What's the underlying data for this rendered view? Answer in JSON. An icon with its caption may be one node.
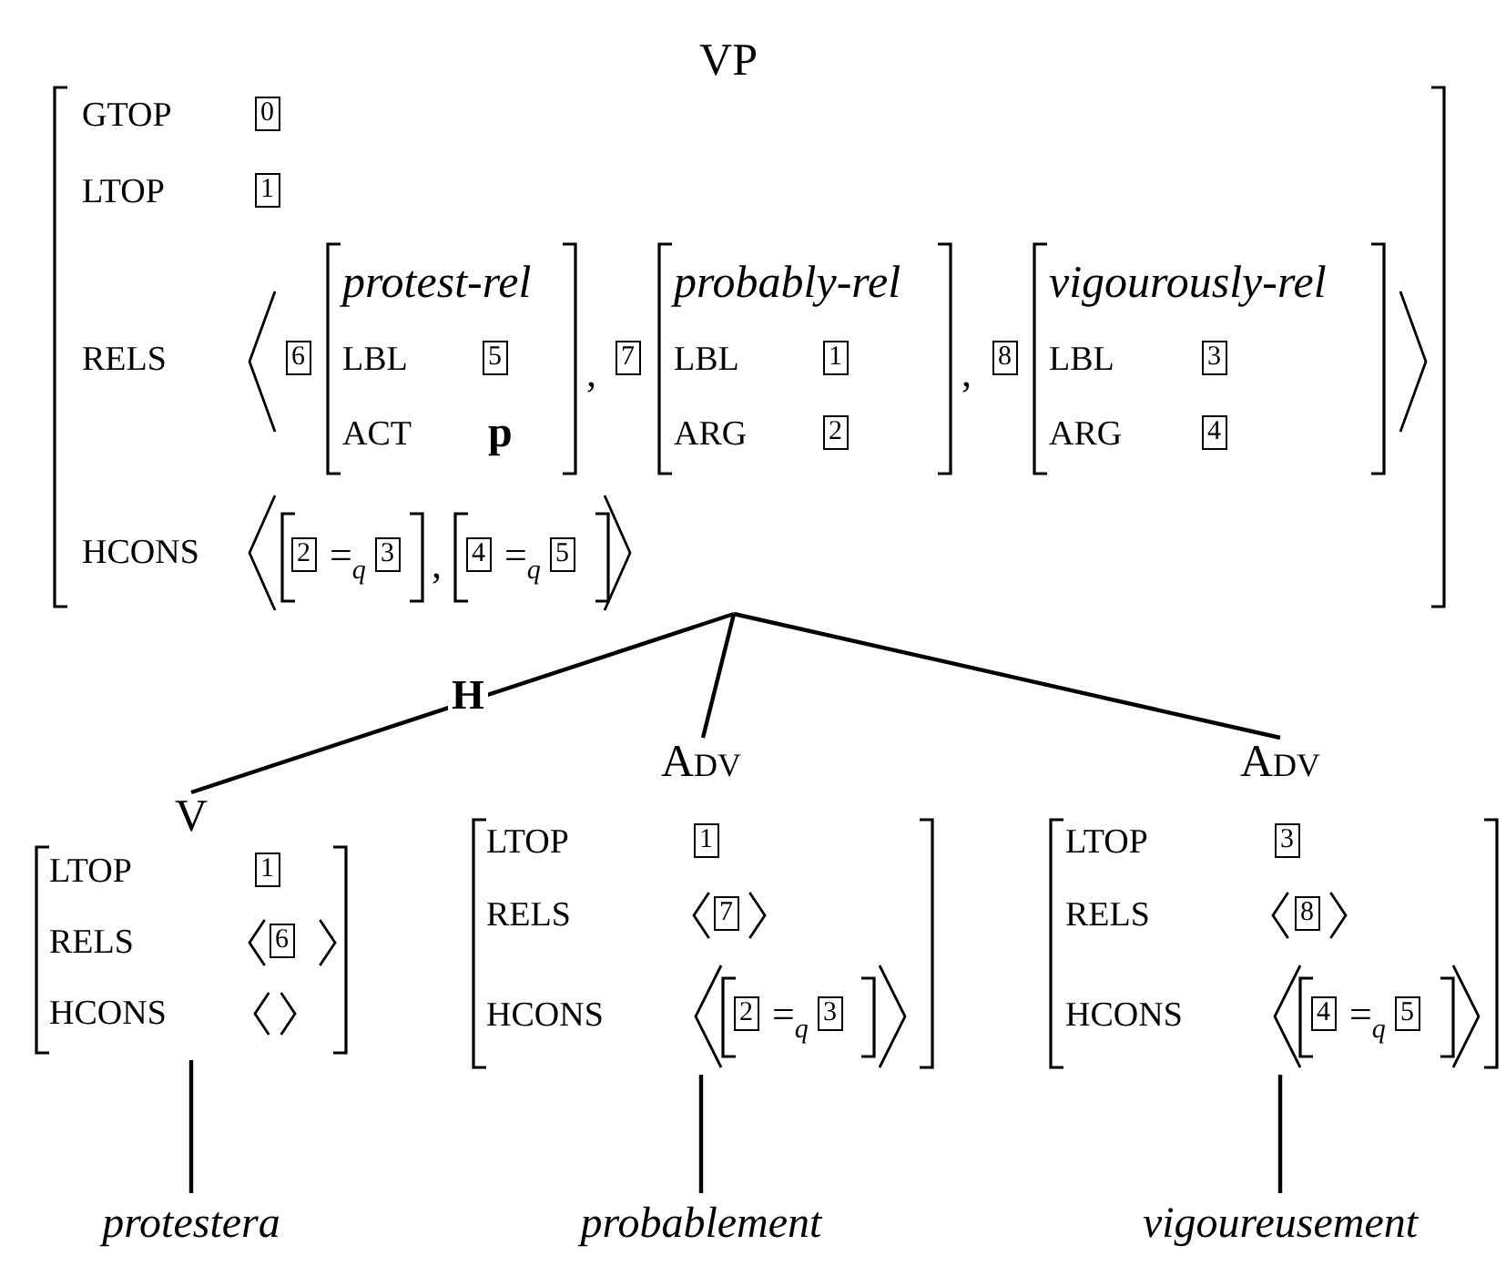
{
  "diagram": {
    "nodes": [
      {
        "text": [
          "VP",
          "GTOP",
          "LTOP",
          "RELS",
          ",",
          ",",
          "HCONS",
          ","
        ]
      },
      {
        "text": [
          "0"
        ],
        "in": 0
      },
      {
        "text": [
          "1"
        ],
        "in": 0
      },
      {
        "text": [
          "6"
        ],
        "in": 0
      },
      {
        "text": [
          "protest-rel",
          "LBL",
          "ACT",
          "p"
        ],
        "in": 0
      },
      {
        "text": [
          "5"
        ],
        "in": 4
      },
      {
        "text": [
          "7"
        ],
        "in": 0
      },
      {
        "text": [
          "probably-rel",
          "LBL",
          "ARG"
        ],
        "in": 0
      },
      {
        "text": [
          "1"
        ],
        "in": 7
      },
      {
        "text": [
          "2"
        ],
        "in": 7
      },
      {
        "text": [
          "8"
        ],
        "in": 0
      },
      {
        "text": [
          "vigourously-rel",
          "LBL",
          "ARG"
        ],
        "in": 0
      },
      {
        "text": [
          "3"
        ],
        "in": 11
      },
      {
        "text": [
          "4"
        ],
        "in": 11
      },
      {
        "text": [
          "=$_{q}$"
        ],
        "in": 0
      },
      {
        "text": [
          "2"
        ],
        "in": 14
      },
      {
        "text": [
          "3"
        ],
        "in": 14
      },
      {
        "text": [
          "=$_{q}$"
        ],
        "in": 0
      },
      {
        "text": [
          "4"
        ],
        "in": 17
      },
      {
        "text": [
          "5"
        ],
        "in": 17
      },
      {
        "text": [
          "V",
          "LTOP",
          "RELS",
          "HCONS"
        ]
      },
      {
        "text": [
          "1"
        ],
        "in": 20
      },
      {
        "text": [
          "6"
        ],
        "in": 20
      },
      {
        "text": [
          "Adv",
          "LTOP",
          "RELS",
          "HCONS"
        ]
      },
      {
        "text": [
          "1"
        ],
        "in": 23
      },
      {
        "text": [
          "7"
        ],
        "in": 23
      },
      {
        "text": [
          "=$_{q}$"
        ],
        "in": 23
      },
      {
        "text": [
          "2"
        ],
        "in": 26
      },
      {
        "text": [
          "3"
        ],
        "in": 26
      },
      {
        "text": [
          "Adv",
          "LTOP",
          "RELS",
          "HCONS"
        ]
      },
      {
        "text": [
          "3"
        ],
        "in": 29
      },
      {
        "text": [
          "8"
        ],
        "in": 29
      },
      {
        "text": [
          "=$_{q}$"
        ],
        "in": 29
      },
      {
        "text": [
          "4"
        ],
        "in": 32
      },
      {
        "text": [
          "5"
        ],
        "in": 32
      },
      {
        "text": [
          "protestera"
        ]
      },
      {
        "text": [
          "probablement"
        ]
      },
      {
        "text": [
          "vigoureusement"
        ]
      }
    ],
    "edges": [
      {
        "from": 0,
        "to": 20,
        "arrow": "none",
        "label": "H"
      },
      {
        "from": 0,
        "to": 23,
        "arrow": "none"
      },
      {
        "from": 0,
        "to": 29,
        "arrow": "none"
      },
      {
        "from": 20,
        "to": 35,
        "arrow": "none"
      },
      {
        "from": 23,
        "to": 36,
        "arrow": "none"
      },
      {
        "from": 29,
        "to": 37,
        "arrow": "none"
      }
    ]
  }
}
